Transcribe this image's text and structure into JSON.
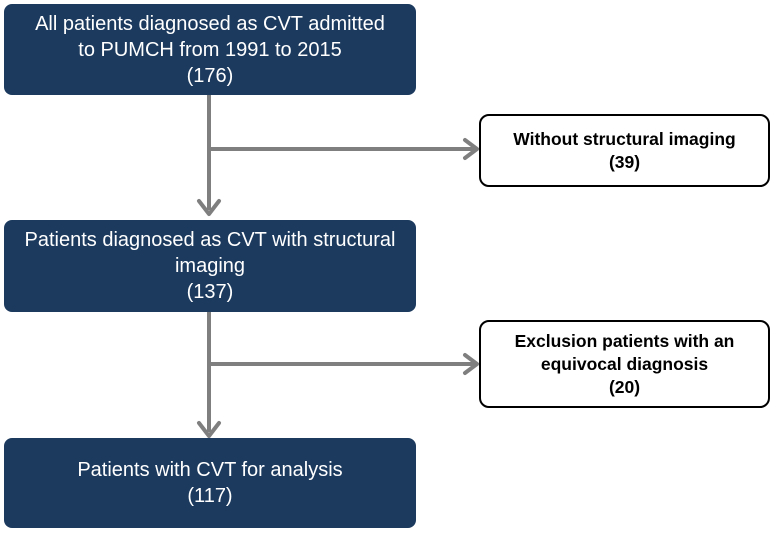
{
  "main_flow": [
    {
      "lines": [
        "All patients diagnosed as CVT admitted",
        "to PUMCH from 1991 to 2015"
      ],
      "count": "(176)"
    },
    {
      "lines": [
        "Patients diagnosed as CVT with structural",
        "imaging"
      ],
      "count": "(137)"
    },
    {
      "lines": [
        "Patients with  CVT for analysis"
      ],
      "count": "(117)"
    }
  ],
  "exclusions": [
    {
      "lines": [
        "Without structural imaging"
      ],
      "count": "(39)"
    },
    {
      "lines": [
        "Exclusion patients with an",
        "equivocal diagnosis"
      ],
      "count": "(20)"
    }
  ],
  "colors": {
    "main_box_fill": "#1c3a5e",
    "main_box_text": "#ffffff",
    "exclusion_box_border": "#000000",
    "arrow": "#7f7f7f"
  }
}
